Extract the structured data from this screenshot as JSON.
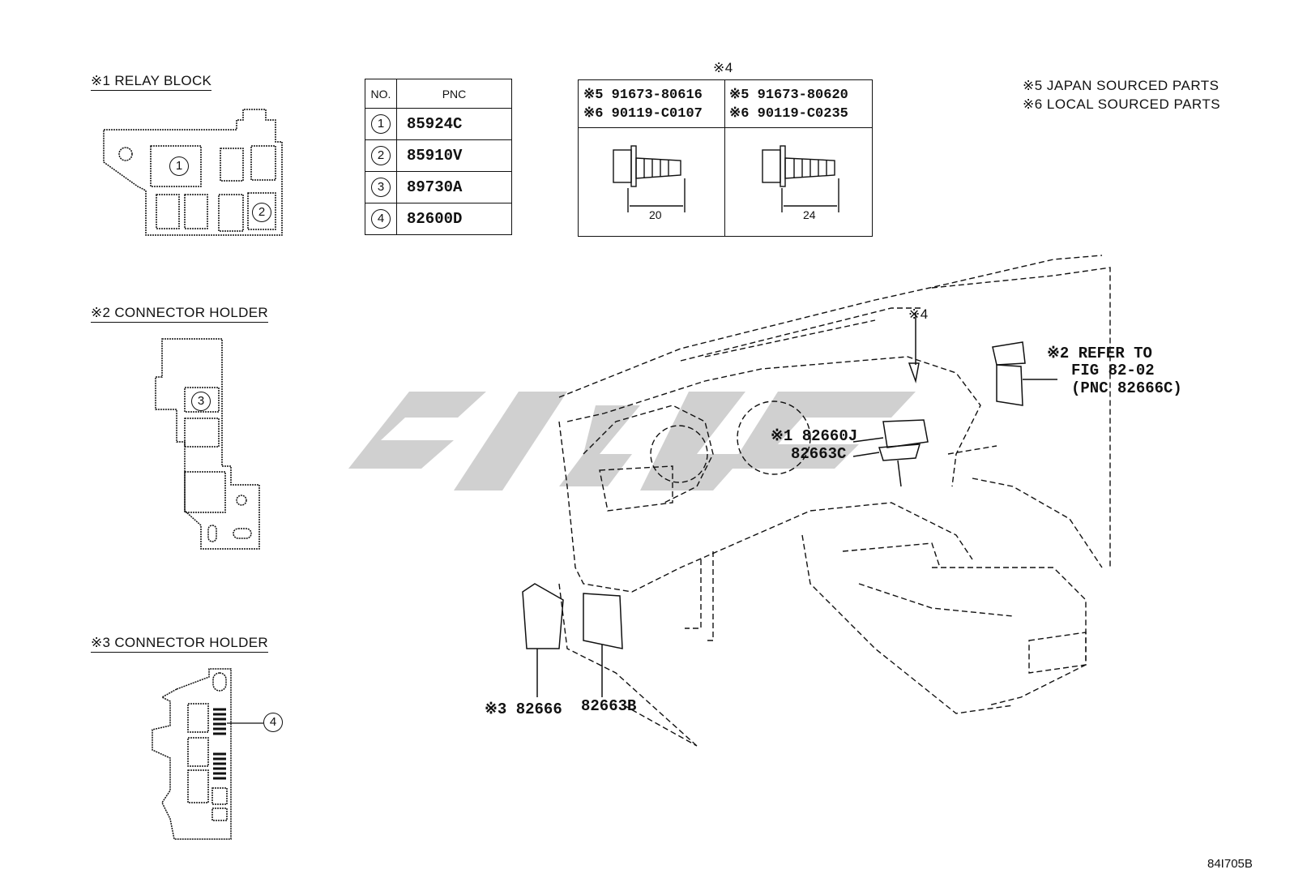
{
  "sections": {
    "relay_block_title": "※1 RELAY BLOCK",
    "connector_holder_2_title": "※2 CONNECTOR HOLDER",
    "connector_holder_3_title": "※3 CONNECTOR HOLDER"
  },
  "relay_block_markers": [
    "1",
    "2"
  ],
  "holder2_marker": "3",
  "holder3_marker": "4",
  "pnc_table": {
    "headers": [
      "NO.",
      "PNC"
    ],
    "rows": [
      {
        "no": "1",
        "pnc": "85924C"
      },
      {
        "no": "2",
        "pnc": "85910V"
      },
      {
        "no": "3",
        "pnc": "89730A"
      },
      {
        "no": "4",
        "pnc": "82600D"
      }
    ]
  },
  "bolt_table": {
    "title": "※4",
    "left": {
      "jp": "※5 91673-80616",
      "local": "※6 90119-C0107",
      "length": "20"
    },
    "right": {
      "jp": "※5 91673-80620",
      "local": "※6 90119-C0235",
      "length": "24"
    }
  },
  "notes": {
    "japan": "※5 JAPAN SOURCED PARTS",
    "local": "※6 LOCAL SOURCED PARTS"
  },
  "callouts": {
    "bolt_ref": "※4",
    "refer_line1": "※2 REFER TO",
    "refer_line2": "FIG 82-02",
    "refer_line3": "(PNC 82666C)",
    "part_82660j": "※1 82660J",
    "part_82663c": "82663C",
    "part_82666": "※3 82666",
    "part_82663b": "82663B"
  },
  "figure_id": "84I705B"
}
